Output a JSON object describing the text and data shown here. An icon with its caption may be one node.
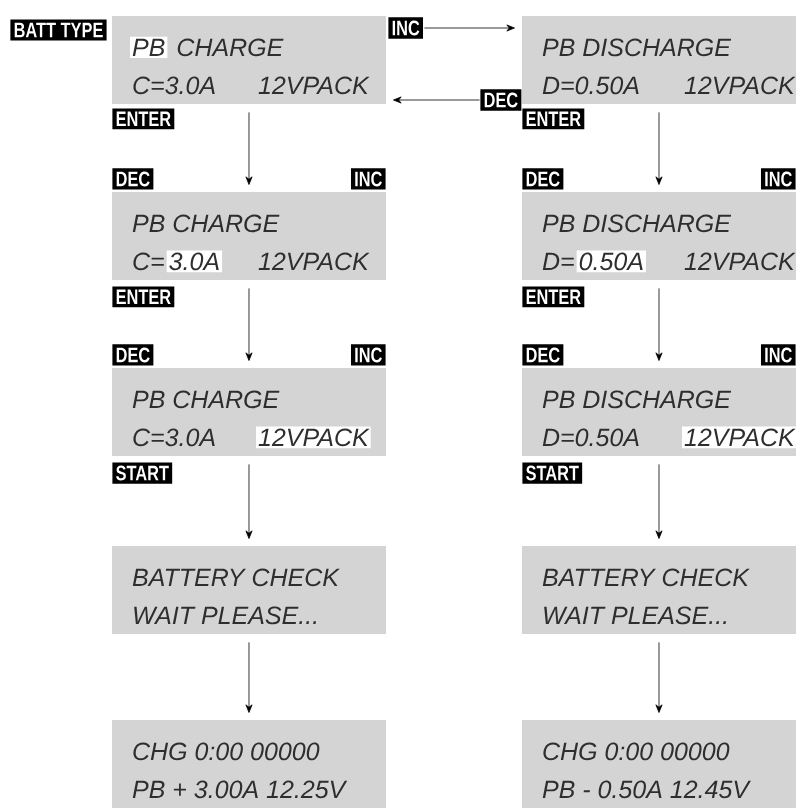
{
  "diagram": {
    "nodes": [
      {
        "text": [
          "PB",
          "CHARGE",
          "C=3.0A",
          "12VPACK"
        ],
        "beside": [
          "BATT TYPE"
        ]
      },
      {
        "text": [
          "PB CHARGE",
          "C=",
          "3.0A",
          "12VPACK"
        ],
        "beside": [
          "DEC",
          "INC"
        ]
      },
      {
        "text": [
          "PB CHARGE",
          "C=3.0A",
          "12VPACK"
        ],
        "beside": [
          "DEC",
          "INC"
        ]
      },
      {
        "text": [
          "BATTERY CHECK",
          "WAIT PLEASE..."
        ]
      },
      {
        "text": [
          "CHG 0:00 00000",
          "PB + 3.00A 12.25V"
        ]
      },
      {
        "text": [
          "PB DISCHARGE",
          "D=0.50A",
          "12VPACK"
        ]
      },
      {
        "text": [
          "PB DISCHARGE",
          "D=",
          "0.50A",
          "12VPACK"
        ],
        "beside": [
          "DEC",
          "INC"
        ]
      },
      {
        "text": [
          "PB DISCHARGE",
          "D=0.50A",
          "12VPACK"
        ],
        "beside": [
          "DEC",
          "INC"
        ]
      },
      {
        "text": [
          "BATTERY CHECK",
          "WAIT PLEASE..."
        ]
      },
      {
        "text": [
          "CHG 0:00 00000",
          "PB - 0.50A 12.45V"
        ]
      }
    ],
    "edges": [
      {
        "from": 0,
        "to": 5,
        "arrow": "to",
        "label": "INC"
      },
      {
        "from": 5,
        "to": 0,
        "arrow": "to",
        "label": "DEC"
      },
      {
        "from": 0,
        "to": 1,
        "arrow": "to",
        "label": "ENTER"
      },
      {
        "from": 1,
        "to": 2,
        "arrow": "to",
        "label": "ENTER"
      },
      {
        "from": 2,
        "to": 3,
        "arrow": "to",
        "label": "START"
      },
      {
        "from": 3,
        "to": 4,
        "arrow": "to"
      },
      {
        "from": 5,
        "to": 6,
        "arrow": "to",
        "label": "ENTER"
      },
      {
        "from": 6,
        "to": 7,
        "arrow": "to",
        "label": "ENTER"
      },
      {
        "from": 7,
        "to": 8,
        "arrow": "to",
        "label": "START"
      },
      {
        "from": 8,
        "to": 9,
        "arrow": "to"
      }
    ]
  }
}
